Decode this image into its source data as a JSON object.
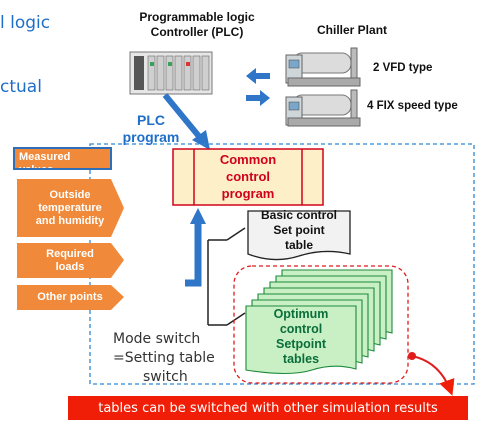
{
  "left_text": {
    "line1": "l logic",
    "line2": "ctual"
  },
  "plc": {
    "title_line1": "Programmable logic",
    "title_line2": "Controller (PLC)",
    "program_line1": "PLC",
    "program_line2": "program"
  },
  "chiller": {
    "title": "Chiller Plant",
    "vfd_label": "2 VFD type",
    "fix_label": "4 FIX speed type"
  },
  "inputs": {
    "measured_label": "Measured values",
    "items": [
      {
        "label_line1": "Outside",
        "label_line2": "temperature",
        "label_line3": "and humidity"
      },
      {
        "label_line1": "Required",
        "label_line2": "loads"
      },
      {
        "label_line1": "Other points"
      }
    ]
  },
  "common_program": {
    "line1": "Common",
    "line2": "control",
    "line3": "program"
  },
  "basic_table": {
    "line1": "Basic control",
    "line2": "Set point",
    "line3": "table"
  },
  "optimum_tables": {
    "line1": "Optimum",
    "line2": "control",
    "line3": "Setpoint",
    "line4": "tables"
  },
  "mode_switch": {
    "line1": "Mode switch",
    "line2": "=Setting table",
    "line3": "switch"
  },
  "banner": {
    "text": "tables can be switched with other simulation results"
  },
  "colors": {
    "accent_blue": "#1f6fc9",
    "orange": "#f08a3a",
    "common_box_fill": "#fdefc8",
    "common_text": "#d0021b",
    "optimum_fill": "#c8f0c4",
    "optimum_text": "#0a6e3a",
    "banner_red": "#f01e06"
  }
}
